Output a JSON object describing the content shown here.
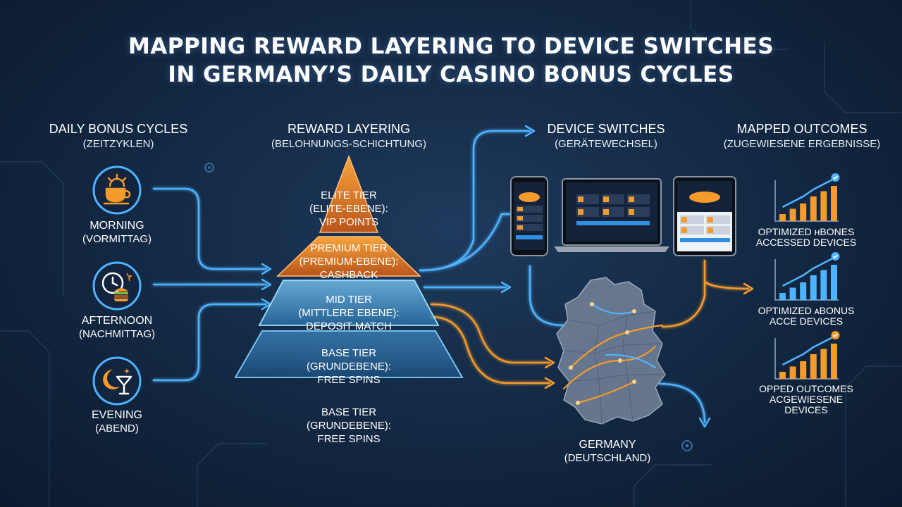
{
  "title": {
    "line1": "MAPPING REWARD LAYERING TO DEVICE SWITCHES",
    "line2": "IN GERMANY’S DAILY CASINO BONUS CYCLES"
  },
  "columns": {
    "cycles": {
      "title": "DAILY BONUS CYCLES",
      "subtitle": "(ZEITZYKLEN)"
    },
    "layering": {
      "title": "REWARD LAYERING",
      "subtitle": "(BELOHNUNGS-SCHICHTUNG)"
    },
    "devices": {
      "title": "DEVICE SWITCHES",
      "subtitle": "(GERÄTEWECHSEL)"
    },
    "outcomes": {
      "title": "MAPPED OUTCOMES",
      "subtitle": "(ZUGEWIESENE ERGEBNISSE)"
    }
  },
  "cycles": [
    {
      "label": "MORNING",
      "sublabel": "(VORMITTAG)",
      "icon": "coffee-sun-icon"
    },
    {
      "label": "AFTERNOON",
      "sublabel": "(NACHMITTAG)",
      "icon": "clock-burger-icon"
    },
    {
      "label": "EVENING",
      "sublabel": "(ABEND)",
      "icon": "moon-cocktail-icon"
    }
  ],
  "tiers": [
    {
      "line1": "ELITE TIER",
      "line2": "(ELITE-EBENE):",
      "line3": "VIP POINTS"
    },
    {
      "line1": "PREMIUM TIER",
      "line2": "(PREMIUM-EBENE):",
      "line3": "CASHBACK"
    },
    {
      "line1": "MID TIER",
      "line2": "(MITTLERE EBENE):",
      "line3": "DEPOSIT MATCH"
    },
    {
      "line1": "BASE TIER",
      "line2": "(GRUNDEBENE):",
      "line3": "FREE SPINS"
    }
  ],
  "extra_tier": {
    "line1": "BASE TIER",
    "line2": "(GRUNDEBENE):",
    "line3": "FREE SPINS"
  },
  "devices": [
    "smartphone-icon",
    "laptop-icon",
    "tablet-icon"
  ],
  "map": {
    "label": "GERMANY",
    "sublabel": "(DEUTSCHLAND)"
  },
  "outcomes": [
    {
      "line1": "OPTIMIZED ʜBONES",
      "line2": "ACCESSED DEVICES",
      "line3": "",
      "bar_color": "#f59a2c",
      "levels": [
        0.2,
        0.35,
        0.5,
        0.7,
        0.85,
        1.0
      ]
    },
    {
      "line1": "OPTIMIZED ᴀBONUS",
      "line2": "ACCE DEVICES",
      "line3": "",
      "bar_color": "#4fb4ff",
      "levels": [
        0.2,
        0.35,
        0.5,
        0.7,
        0.85,
        1.0
      ]
    },
    {
      "line1": "OPPED OUTCOMES",
      "line2": "ACGEWIESENE",
      "line3": "DEVICES",
      "bar_color": "#f59a2c",
      "levels": [
        0.2,
        0.35,
        0.5,
        0.7,
        0.85,
        1.0
      ]
    }
  ],
  "colors": {
    "accent_blue": "#4fb4ff",
    "accent_orange": "#f59a2c",
    "background": "#142a45"
  }
}
